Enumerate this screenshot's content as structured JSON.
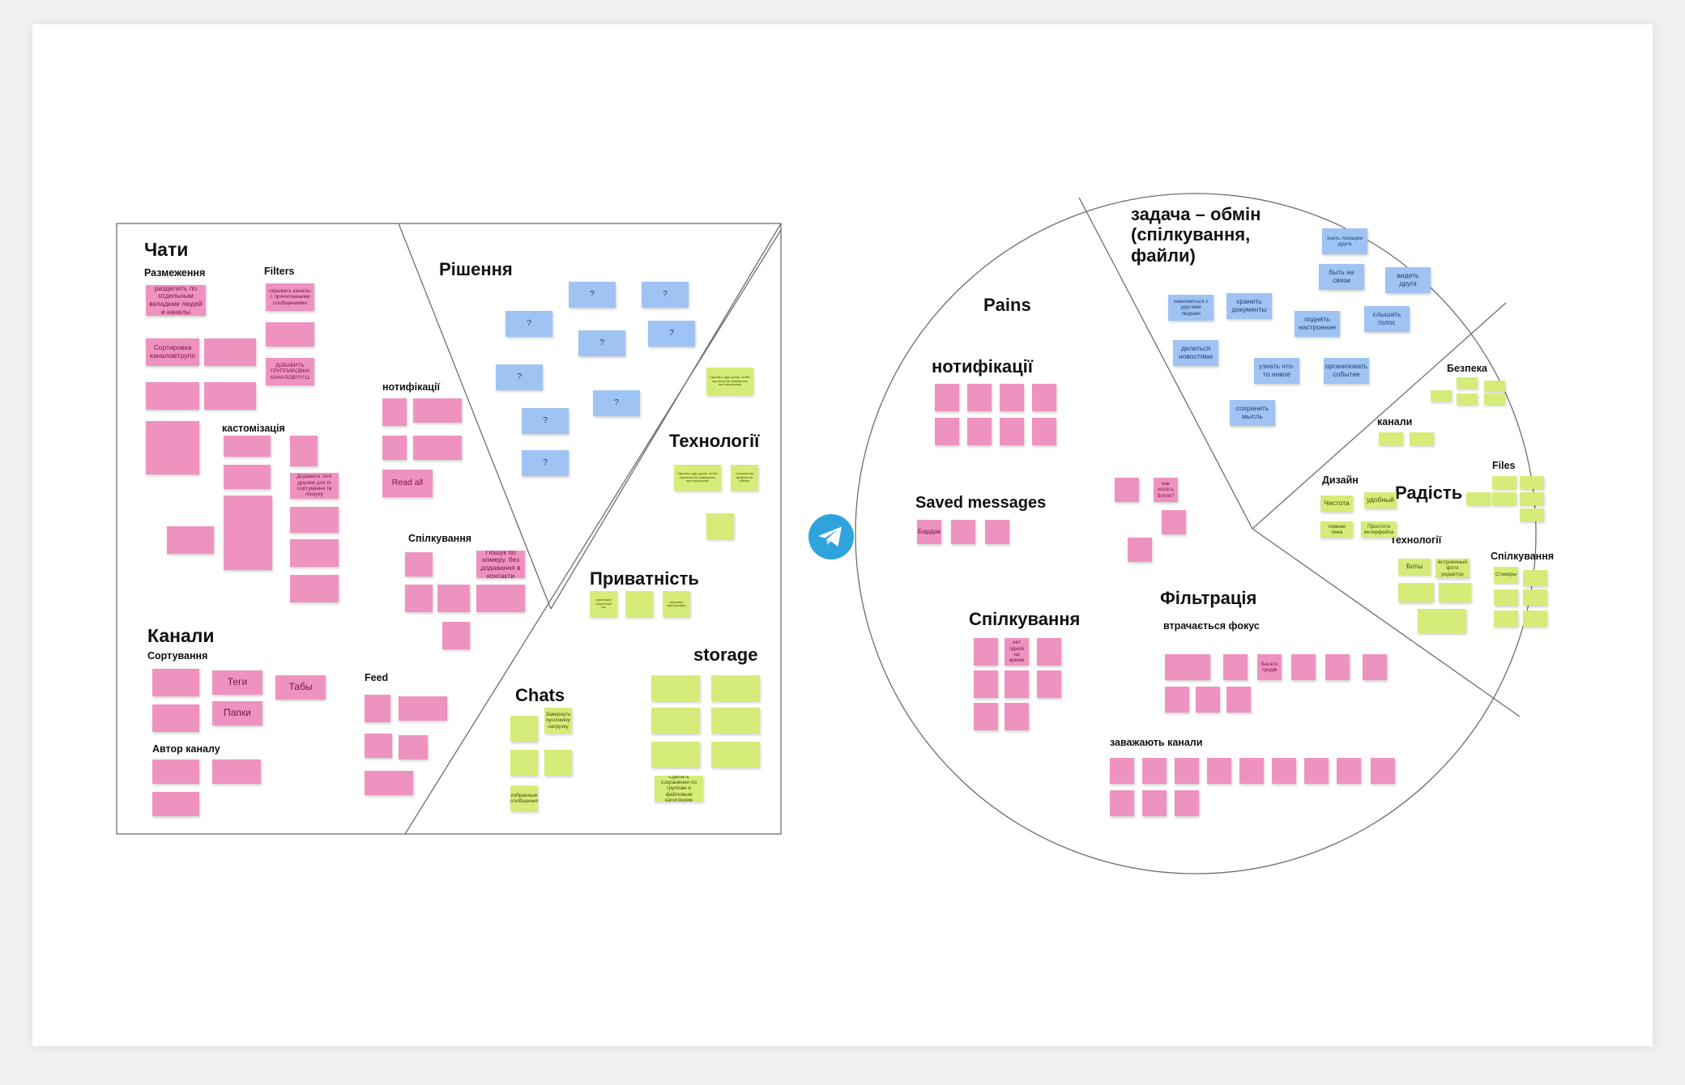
{
  "left": {
    "titles": {
      "chats": "Чати",
      "rozmezhennia": "Размеження",
      "filters": "Filters",
      "kastomizatsiia": "кастомізація",
      "notyfikatsii": "нотифікації",
      "spilkuvannia": "Спілкування",
      "kanaly": "Канали",
      "sortuvannia": "Сортування",
      "feed": "Feed",
      "avtor": "Автор каналу",
      "rishennia": "Рішення",
      "tekhnolohii": "Технології",
      "pryvatnist": "Приватність",
      "chats_en": "Chats",
      "storage": "storage"
    },
    "notes": [
      "разделить по отдельным вкладкам людей и каналы",
      "Сортировка каналов/групп",
      "",
      "",
      "",
      "",
      "скрывать каналы с прочитанными сообщениями",
      "",
      "",
      "ДОБАВИТЬ ГРУППИРОВКИ КАНАЛОВ!!!!!!11",
      "",
      "",
      "",
      "",
      "Додавати теги друзям для їх сортування та пошуку",
      "",
      "",
      "",
      "",
      "",
      "",
      "",
      "",
      "Read all",
      "",
      "Пошук по номеру, без додавання в контакти",
      "",
      "",
      "",
      "",
      "",
      "Теги",
      "Табы",
      "Папки",
      "",
      "",
      "",
      "",
      "",
      "",
      "",
      "",
      "",
      "",
      "",
      "",
      "",
      "",
      "?",
      "?",
      "?",
      "?",
      "?",
      "?",
      "?",
      "?",
      "?",
      "?",
      "Сделать чудо-ручку, чтобы картинки не сжимались при пересылке",
      "Сделать чудо-ручку, чтобы картинки не сжимались при пересылке",
      "Сохранение файлов на облаке",
      "",
      "групповой секретный чат",
      "",
      "скрывать фотографии",
      "",
      "",
      "",
      "",
      "",
      "",
      "",
      "Сделать сохранения по группам и файловым категориям",
      "Завернуть кусочкину нагрузку",
      "",
      "",
      "",
      "избранные сообщения"
    ]
  },
  "right": {
    "titles": {
      "pains": "Pains",
      "notyfikatsii": "нотифікації",
      "saved": "Saved messages",
      "spilkuvannia": "Спілкування",
      "zadacha": "задача – обмін\n(спілкування,\nфайли)",
      "filtratsiia": "Фільтрація",
      "vtrachaietsia": "втрачається фокус",
      "zavazhaiut": "заважають канали",
      "radist": "Радість",
      "bezpeka": "Безпека",
      "kanaly": "канали",
      "files": "Files",
      "dyzain": "Дизайн",
      "tekhnolohii": "Технології",
      "spilkuvannia2": "Спілкування"
    },
    "notes": [
      "",
      "",
      "",
      "",
      "",
      "",
      "",
      "",
      "Бардак",
      "",
      "",
      "",
      "нет одной на время",
      "",
      "",
      "",
      "",
      "",
      "",
      "",
      "как искать ботов?",
      "",
      "",
      "знать локацию друга",
      "быть на связи",
      "видеть друга",
      "знакомиться с другими людьми",
      "хранить документы",
      "поднять настроение",
      "слышать голос",
      "делиться новостями",
      "узнать что-то новое",
      "организовать событие",
      "сохранить мысль",
      "",
      "",
      "Багато тредів",
      "",
      "",
      "",
      "",
      "",
      "",
      "",
      "",
      "",
      "",
      "",
      "",
      "",
      "",
      "",
      "",
      "",
      "",
      "",
      "",
      "",
      "",
      "",
      "",
      "",
      "",
      "",
      "",
      "",
      "",
      "",
      "",
      "",
      "",
      "",
      "",
      "",
      "",
      "",
      "Чистота",
      "удобный",
      "темная тема",
      "Простота интерфейса",
      "Боты",
      "встроенный фото редактор",
      "",
      "",
      "Стикеры",
      "",
      "",
      "",
      "",
      "",
      ""
    ]
  },
  "logo": {
    "name": "telegram-icon",
    "color": "#2ea3dc"
  }
}
